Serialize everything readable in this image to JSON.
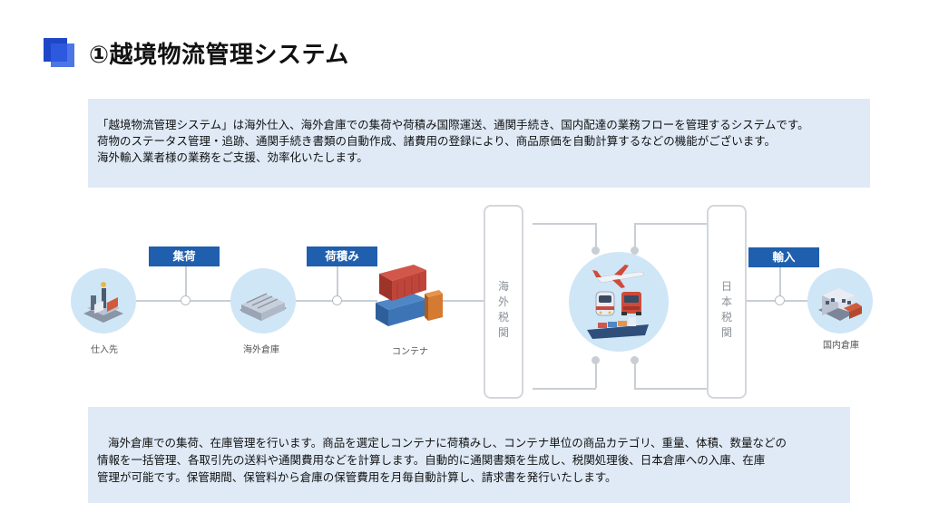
{
  "header": {
    "title": "①越境物流管理システム"
  },
  "intro": {
    "lines": [
      "「越境物流管理システム」は海外仕入、海外倉庫での集荷や荷積み国際運送、通関手続き、国内配達の業務フローを管理するシステムです。",
      "荷物のステータス管理・追跡、通関手続き書類の自動作成、諸費用の登録により、商品原価を自動計算するなどの機能がございます。",
      "海外輸入業者様の業務をご支援、効率化いたします。"
    ]
  },
  "flow": {
    "nodes": {
      "supplier": "仕入先",
      "overseas_warehouse": "海外倉庫",
      "container": "コンテナ",
      "domestic_warehouse": "国内倉庫"
    },
    "tags": {
      "collection": "集荷",
      "loading": "荷積み",
      "import": "輸入"
    },
    "customs": {
      "overseas": [
        "海",
        "外",
        "税",
        "関"
      ],
      "japan": [
        "日",
        "本",
        "税",
        "関"
      ]
    }
  },
  "description": {
    "lines": [
      "海外倉庫での集荷、在庫管理を行います。商品を選定しコンテナに荷積みし、コンテナ単位の商品カテゴリ、重量、体積、数量などの",
      "情報を一括管理、各取引先の送料や通関費用などを計算します。自動的に通関書類を生成し、税関処理後、日本倉庫への入庫、在庫",
      "管理が可能です。保管期間、保管料から倉庫の保管費用を月毎自動計算し、請求書を発行いたします。"
    ]
  },
  "colors": {
    "accent": "#1f5fae",
    "panel": "#dfeaf6",
    "node_bg": "#cfe6f6"
  }
}
